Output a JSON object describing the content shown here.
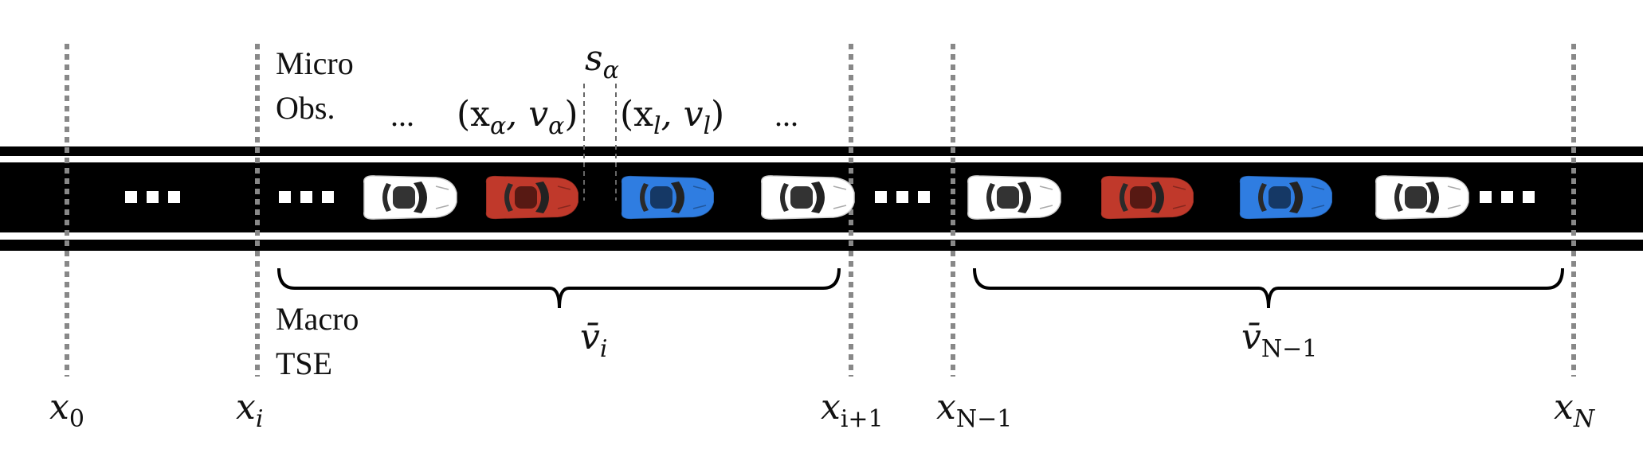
{
  "labels": {
    "micro_line1": "Micro",
    "micro_line2": "Obs.",
    "macro_line1": "Macro",
    "macro_line2": "TSE",
    "ellipsis_left": "...",
    "ellipsis_right": "...",
    "spacing": {
      "base": "s",
      "sub": "α"
    },
    "follower_state": "(x",
    "follower_state_sub1": "α",
    "follower_state_mid": ", v",
    "follower_state_sub2": "α",
    "follower_state_end": ")",
    "leader_state": "(x",
    "leader_state_sub1": "l",
    "leader_state_mid": ", v",
    "leader_state_sub2": "l",
    "leader_state_end": ")",
    "vbar_i": {
      "base": "v̄",
      "sub": "i"
    },
    "vbar_n1": {
      "base": "v̄",
      "sub": "N−1"
    }
  },
  "boundaries": [
    {
      "base": "x",
      "sub": "0"
    },
    {
      "base": "x",
      "sub": "i"
    },
    {
      "base": "x",
      "sub": "i+1"
    },
    {
      "base": "x",
      "sub": "N−1"
    },
    {
      "base": "x",
      "sub": "N"
    }
  ],
  "cars": [
    {
      "color": "#ffffff",
      "name": "car-white-1"
    },
    {
      "color": "#c0392b",
      "name": "car-red-follower"
    },
    {
      "color": "#2f7de1",
      "name": "car-blue-leader"
    },
    {
      "color": "#ffffff",
      "name": "car-white-2"
    },
    {
      "color": "#ffffff",
      "name": "car-white-3"
    },
    {
      "color": "#c0392b",
      "name": "car-red-2"
    },
    {
      "color": "#2f7de1",
      "name": "car-blue-2"
    },
    {
      "color": "#ffffff",
      "name": "car-white-4"
    }
  ],
  "colors": {
    "road": "#000000",
    "boundary": "#888888",
    "gap_line": "#666666"
  }
}
